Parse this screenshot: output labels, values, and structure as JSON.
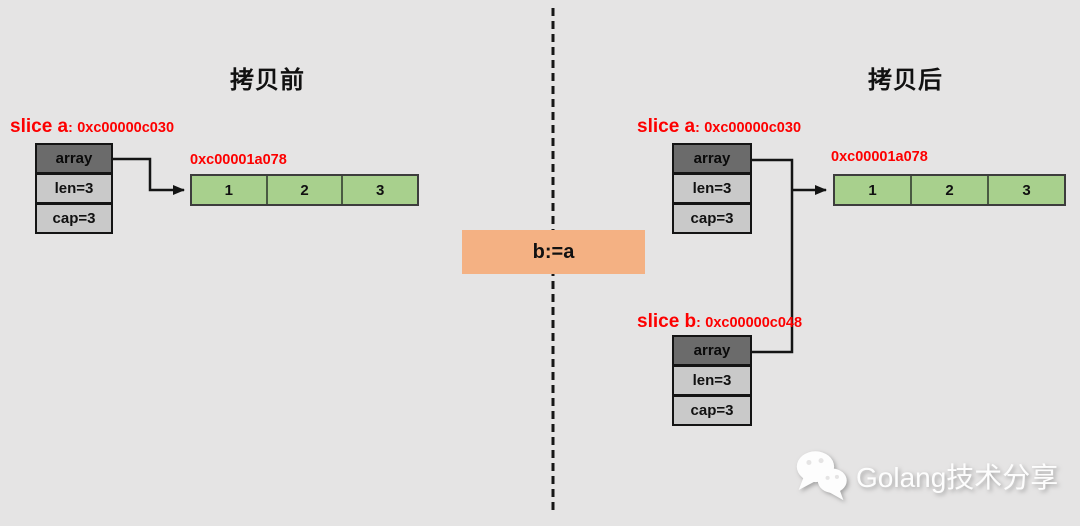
{
  "before": {
    "title": "拷贝前",
    "slice_a": {
      "name": "slice a",
      "separator": ":",
      "address": "0xc00000c030",
      "fields": {
        "pointer": "array",
        "len": "len=3",
        "cap": "cap=3"
      }
    },
    "backing_array": {
      "address": "0xc00001a078",
      "cells": [
        "1",
        "2",
        "3"
      ]
    }
  },
  "after": {
    "title": "拷贝后",
    "slice_a": {
      "name": "slice a",
      "separator": ":",
      "address": "0xc00000c030",
      "fields": {
        "pointer": "array",
        "len": "len=3",
        "cap": "cap=3"
      }
    },
    "slice_b": {
      "name": "slice b",
      "separator": ":",
      "address": "0xc00000c048",
      "fields": {
        "pointer": "array",
        "len": "len=3",
        "cap": "cap=3"
      }
    },
    "backing_array": {
      "address": "0xc00001a078",
      "cells": [
        "1",
        "2",
        "3"
      ]
    }
  },
  "operation": {
    "label": "b:=a"
  },
  "watermark": {
    "brand": "Golang技术分享"
  },
  "colors": {
    "background": "#e5e4e4",
    "struct_header_bg": "#6b6b6b",
    "struct_field_bg": "#c9c9c9",
    "array_cell_bg": "#a8d08d",
    "operation_bg": "#f4b183",
    "address_text": "#fd0000"
  }
}
